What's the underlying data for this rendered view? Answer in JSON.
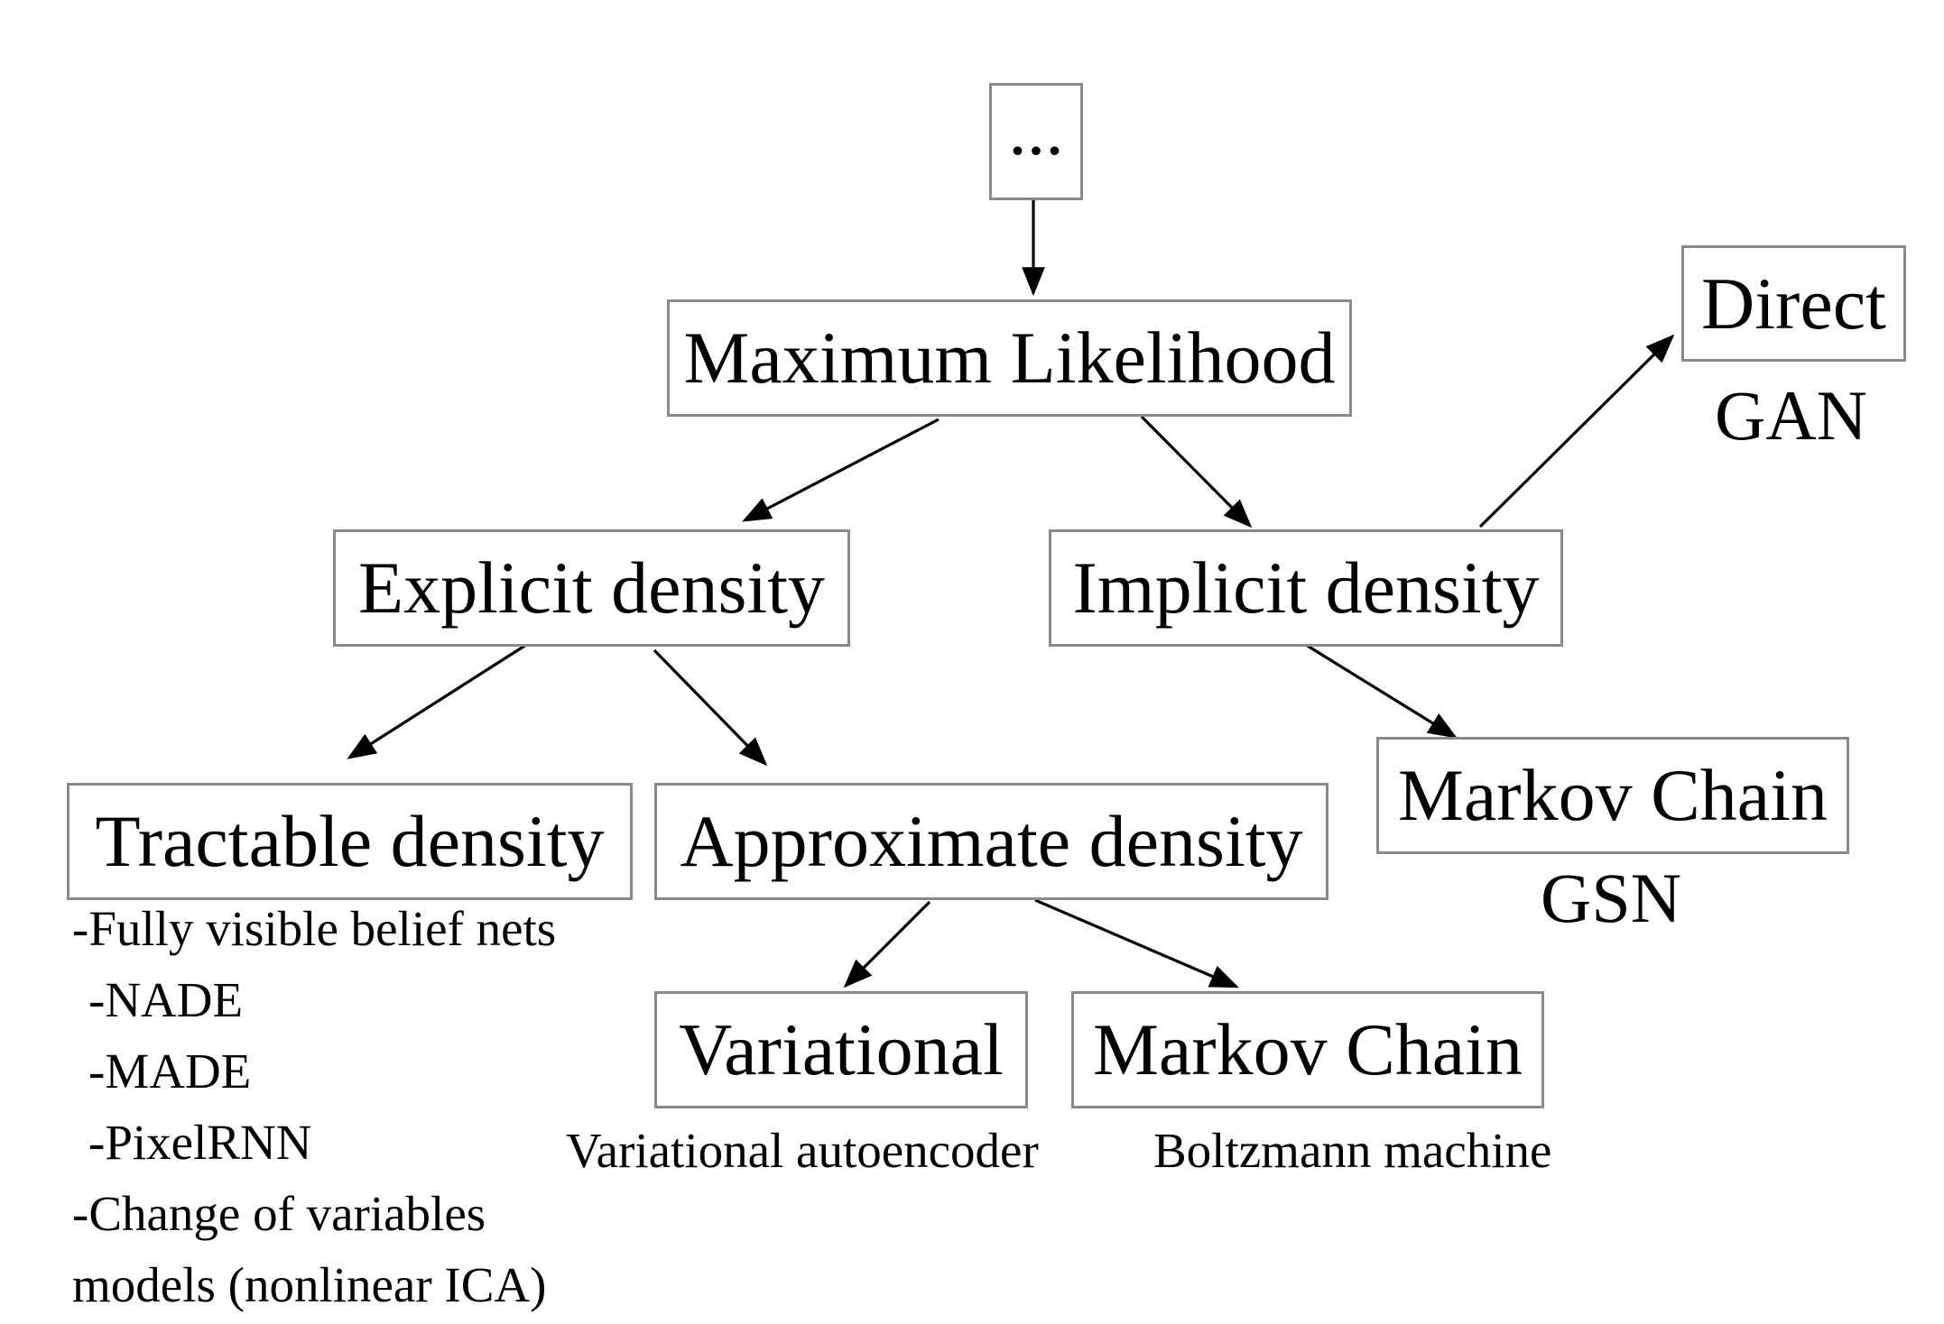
{
  "nodes": {
    "root": "...",
    "max_likelihood": "Maximum Likelihood",
    "explicit": "Explicit density",
    "implicit": "Implicit density",
    "direct": "Direct",
    "tractable": "Tractable density",
    "approximate": "Approximate density",
    "markov_implicit": "Markov Chain",
    "variational": "Variational",
    "markov_approx": "Markov Chain"
  },
  "captions": {
    "direct": "GAN",
    "markov_implicit": "GSN",
    "variational": "Variational autoencoder",
    "markov_approx": "Boltzmann machine"
  },
  "tractable_list": [
    "-Fully visible belief nets",
    " -NADE",
    " -MADE",
    " -PixelRNN",
    "-Change of variables",
    "models (nonlinear ICA)"
  ]
}
